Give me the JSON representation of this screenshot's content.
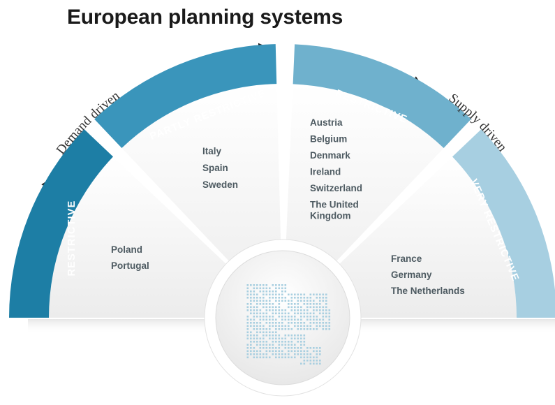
{
  "title": "European planning systems",
  "axis": {
    "left_label": "Demand driven",
    "right_label": "Supply driven"
  },
  "segments": [
    {
      "label": "RESTRICTIVE",
      "color": "#1d7ea5",
      "countries": [
        "Poland",
        "Portugal"
      ]
    },
    {
      "label": "PARTLY RESTRICTIVE",
      "color": "#3a95bb",
      "countries": [
        "Italy",
        "Spain",
        "Sweden"
      ]
    },
    {
      "label": "RESTRICTIVE",
      "color": "#6fb1cd",
      "countries": [
        "Austria",
        "Belgium",
        "Denmark",
        "Ireland",
        "Switzerland",
        "The United Kingdom"
      ]
    },
    {
      "label": "VERY RESTRICTIVE",
      "color": "#a7cfe1",
      "countries": [
        "France",
        "Germany",
        "The Netherlands"
      ]
    }
  ],
  "center": {
    "icon": "europe-map-icon",
    "color": "#a9cfe0"
  }
}
